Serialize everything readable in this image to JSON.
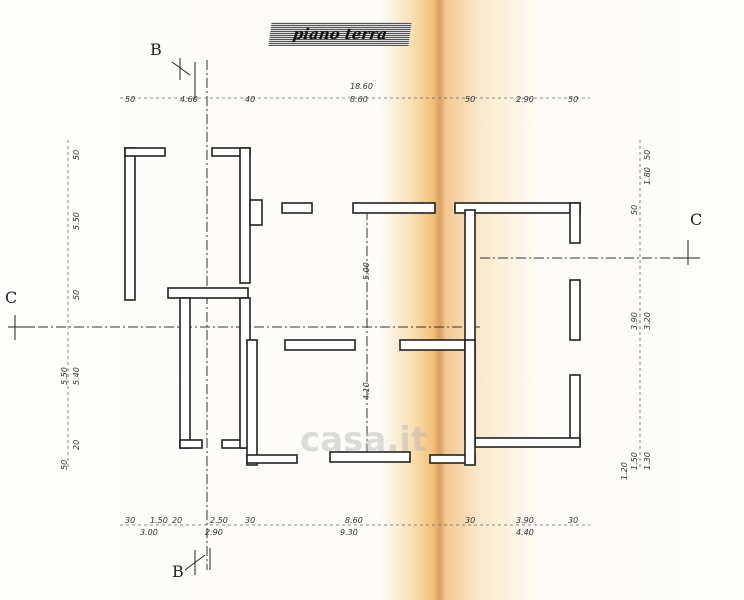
{
  "title": "piano terra",
  "sections": {
    "b_top": "B",
    "b_bottom": "B",
    "c_left": "C",
    "c_right": "C"
  },
  "dims_top": {
    "d1": "50",
    "d2": "4.60",
    "d3": "40",
    "total": "18.60",
    "d4": "8.60",
    "d5": "50",
    "d6": "2.90",
    "d7": "50"
  },
  "dims_bottom_row1": {
    "d1": "30",
    "d2": "1.50",
    "d3": "20",
    "d4": "2.50",
    "d5": "30",
    "d6": "8.60",
    "d7": "30",
    "d8": "3.90",
    "d9": "30"
  },
  "dims_bottom_row2": {
    "d1": "3.00",
    "d2": "2.90",
    "d3": "9.30",
    "d4": "4.40"
  },
  "dims_left": {
    "d1": "50",
    "d2": "5.50",
    "d3": "50",
    "d4": "5.40",
    "d5": "5.50",
    "d6": "20",
    "d7": "50"
  },
  "dims_right": {
    "d1": "50",
    "d2": "1.80",
    "d3": "50",
    "d4": "3.90",
    "d5": "3.20",
    "d6": "1.50",
    "d7": "1.30",
    "d8": "1.20"
  },
  "dims_center": {
    "upper": "5.00",
    "lower": "4.10"
  },
  "watermark": "casa.it"
}
